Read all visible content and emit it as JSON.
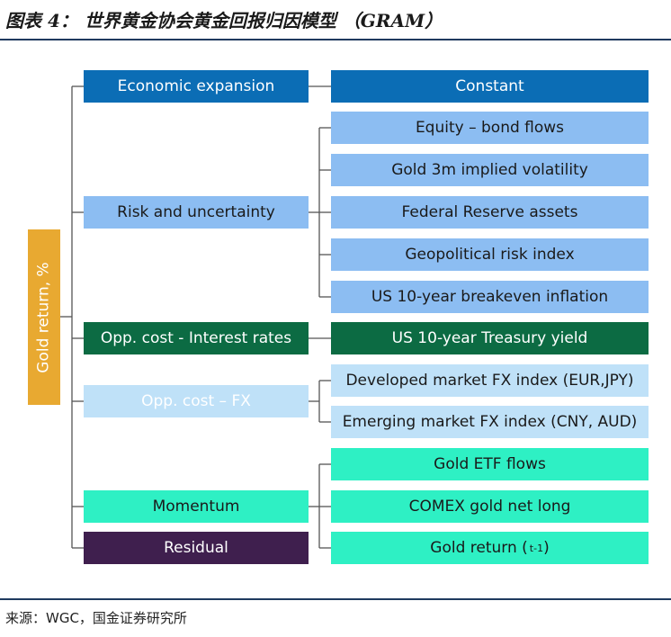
{
  "figure_title": "图表 4：  世界黄金协会黄金回报归因模型 （GRAM）",
  "root": {
    "label": "Gold return, %",
    "color": "#e8a931"
  },
  "categories": [
    {
      "label": "Economic expansion",
      "color": "#0b6db5",
      "text_color": "#ffffff"
    },
    {
      "label": "Risk and uncertainty",
      "color": "#8cbdf2",
      "text_color": "#1a1a1a"
    },
    {
      "label": "Opp. cost - Interest rates",
      "color": "#0c6b43",
      "text_color": "#ffffff"
    },
    {
      "label": "Opp. cost – FX",
      "color": "#bfe1f8",
      "text_color": "#ffffff"
    },
    {
      "label": "Momentum",
      "color": "#2ef0c4",
      "text_color": "#1a1a1a"
    },
    {
      "label": "Residual",
      "color": "#3f1f4e",
      "text_color": "#ffffff"
    }
  ],
  "factors": [
    {
      "label": "Constant",
      "color": "#0b6db5",
      "text_color": "#ffffff"
    },
    {
      "label": "Equity – bond flows",
      "color": "#8cbdf2",
      "text_color": "#1a1a1a"
    },
    {
      "label": "Gold 3m implied volatility",
      "color": "#8cbdf2",
      "text_color": "#1a1a1a"
    },
    {
      "label": "Federal Reserve assets",
      "color": "#8cbdf2",
      "text_color": "#1a1a1a"
    },
    {
      "label": "Geopolitical risk index",
      "color": "#8cbdf2",
      "text_color": "#1a1a1a"
    },
    {
      "label": "US 10-year breakeven inflation",
      "color": "#8cbdf2",
      "text_color": "#1a1a1a"
    },
    {
      "label": "US 10-year Treasury yield",
      "color": "#0c6b43",
      "text_color": "#ffffff"
    },
    {
      "label": "Developed market FX index (EUR,JPY)",
      "color": "#bfe1f8",
      "text_color": "#1a1a1a"
    },
    {
      "label": "Emerging market FX index (CNY, AUD)",
      "color": "#bfe1f8",
      "text_color": "#1a1a1a"
    },
    {
      "label": "Gold ETF flows",
      "color": "#2ef0c4",
      "text_color": "#1a1a1a"
    },
    {
      "label": "COMEX gold net long",
      "color": "#2ef0c4",
      "text_color": "#1a1a1a"
    },
    {
      "label": "Gold return (",
      "subscript": "t-1",
      "suffix": ")",
      "color": "#2ef0c4",
      "text_color": "#1a1a1a"
    }
  ],
  "source": "来源：WGC，国金证券研究所"
}
